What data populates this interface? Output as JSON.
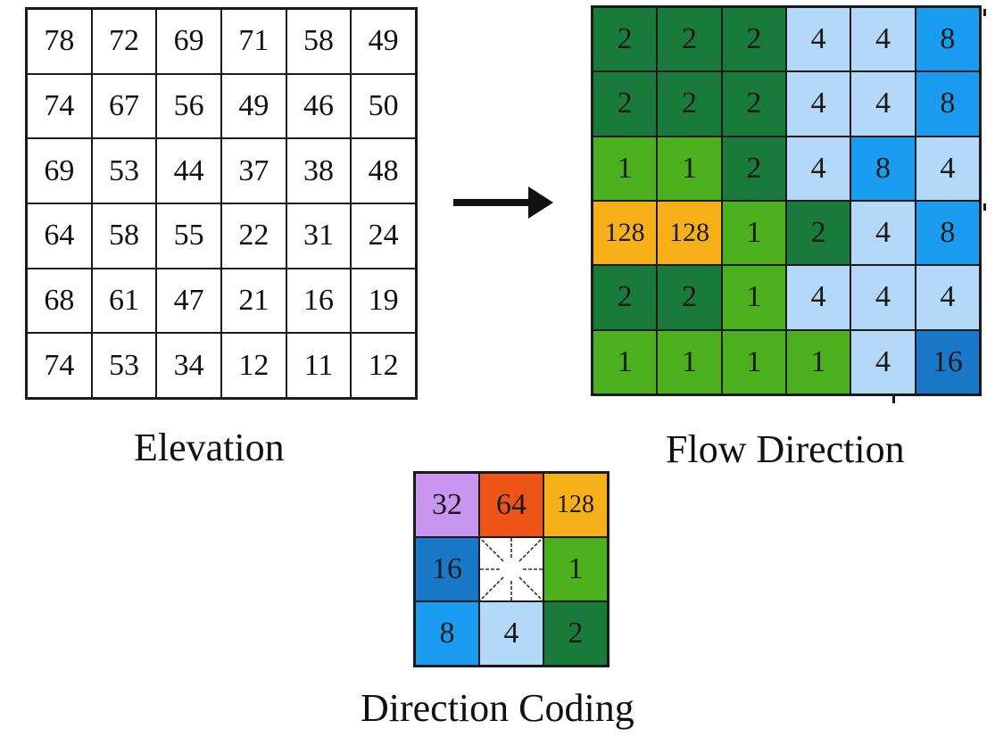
{
  "elevation": {
    "title": "Elevation",
    "rows": [
      [
        "78",
        "72",
        "69",
        "71",
        "58",
        "49"
      ],
      [
        "74",
        "67",
        "56",
        "49",
        "46",
        "50"
      ],
      [
        "69",
        "53",
        "44",
        "37",
        "38",
        "48"
      ],
      [
        "64",
        "58",
        "55",
        "22",
        "31",
        "24"
      ],
      [
        "68",
        "61",
        "47",
        "21",
        "16",
        "19"
      ],
      [
        "74",
        "53",
        "34",
        "12",
        "11",
        "12"
      ]
    ]
  },
  "flow_direction": {
    "title": "Flow Direction",
    "rows": [
      [
        "2",
        "2",
        "2",
        "4",
        "4",
        "8"
      ],
      [
        "2",
        "2",
        "2",
        "4",
        "4",
        "8"
      ],
      [
        "1",
        "1",
        "2",
        "4",
        "8",
        "4"
      ],
      [
        "128",
        "128",
        "1",
        "2",
        "4",
        "8"
      ],
      [
        "2",
        "2",
        "1",
        "4",
        "4",
        "4"
      ],
      [
        "1",
        "1",
        "1",
        "1",
        "4",
        "16"
      ]
    ]
  },
  "direction_coding": {
    "title": "Direction Coding",
    "rows": [
      [
        "32",
        "64",
        "128"
      ],
      [
        "16",
        "",
        "1"
      ],
      [
        "8",
        "4",
        "2"
      ]
    ]
  },
  "colors": {
    "1": "#4caf1e",
    "2": "#1a7a3c",
    "4": "#b4d8f8",
    "8": "#1a9cf0",
    "16": "#1a78c8",
    "32": "#c896f0",
    "64": "#ee5418",
    "128": "#f8b018",
    "center": "#ffffff"
  }
}
